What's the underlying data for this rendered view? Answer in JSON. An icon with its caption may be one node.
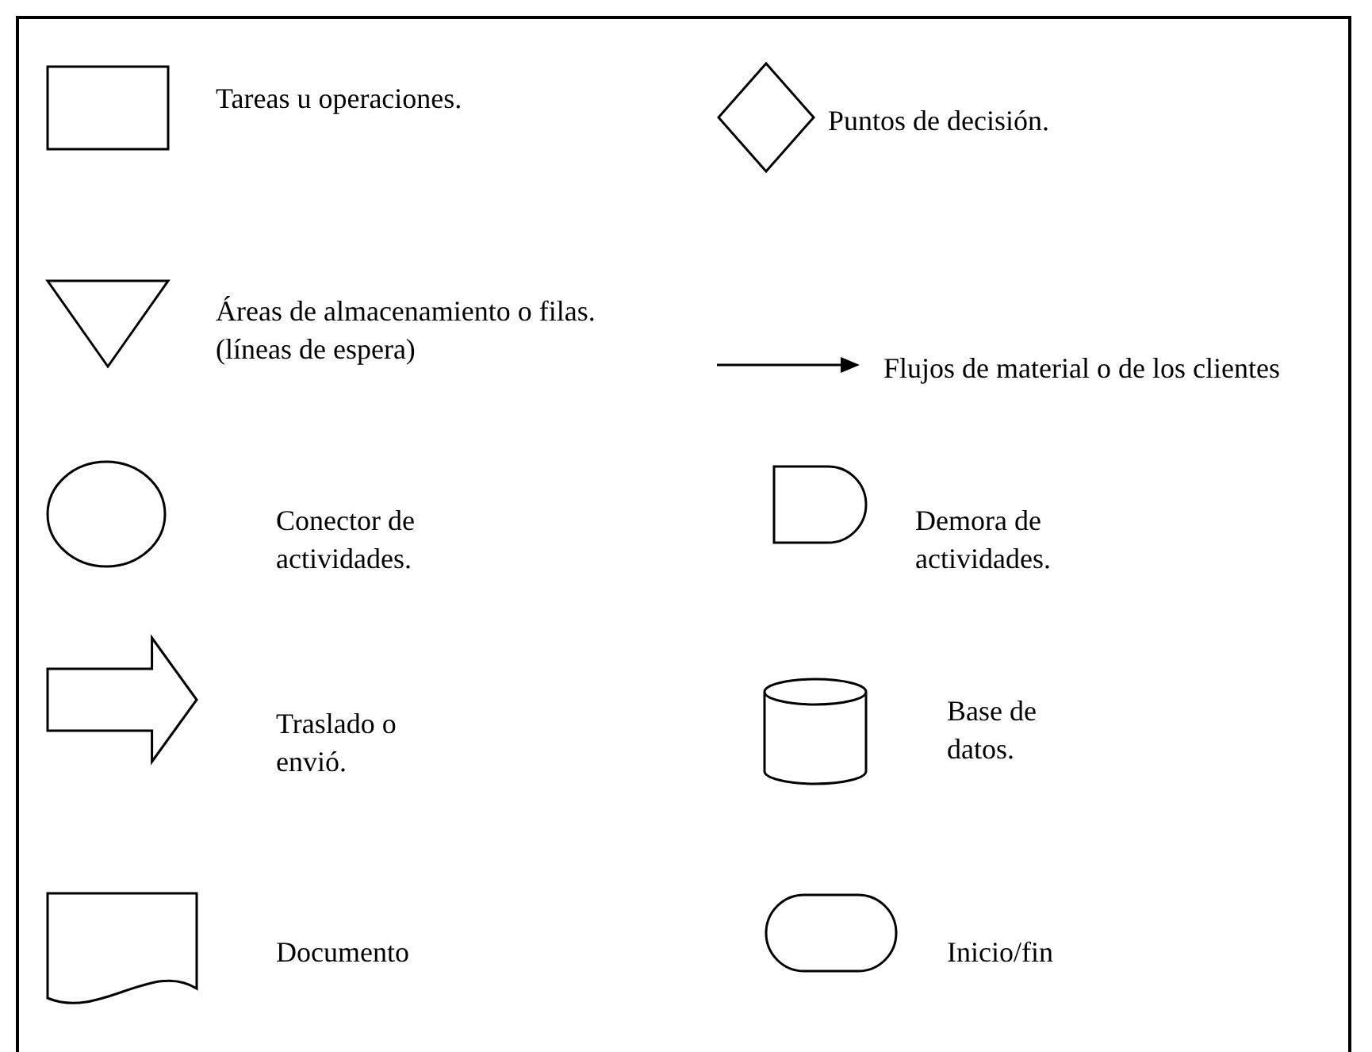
{
  "diagram": {
    "legend": [
      {
        "text": "Tareas u operaciones."
      },
      {
        "text": "Puntos de decisión."
      },
      {
        "text": "Áreas de almacenamiento o filas. (líneas de espera)"
      },
      {
        "text": "Flujos de material o de los clientes"
      },
      {
        "text": "Conector de actividades."
      },
      {
        "text": "Demora de actividades."
      },
      {
        "text": "Traslado o envió."
      },
      {
        "text": "Base de datos."
      },
      {
        "text": "Documento"
      },
      {
        "text": "Inicio/fin"
      }
    ]
  }
}
